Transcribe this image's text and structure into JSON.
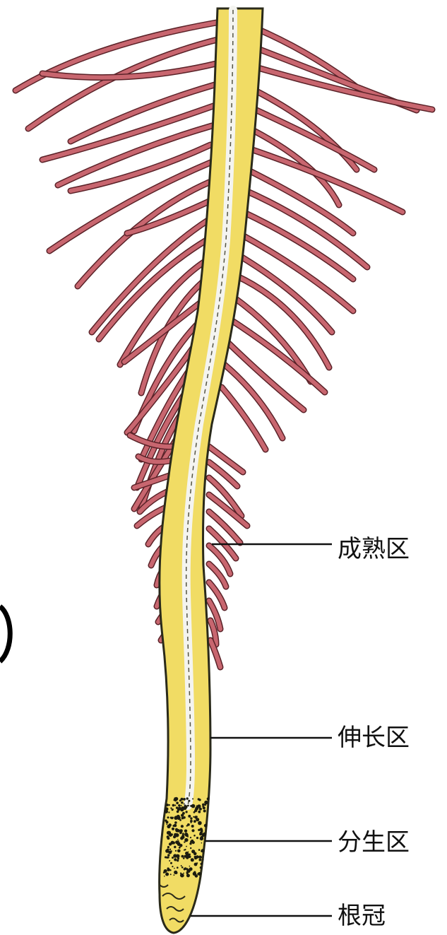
{
  "diagram": {
    "labels": [
      {
        "id": "mature",
        "text": "成熟区"
      },
      {
        "id": "elongation",
        "text": "伸长区"
      },
      {
        "id": "meristematic",
        "text": "分生区"
      },
      {
        "id": "root_cap",
        "text": "根冠"
      }
    ],
    "colors": {
      "root_body": "#f1dc64",
      "root_outline": "#2a2a1a",
      "root_hair": "#c8666f",
      "root_hair_outline": "#5a2228",
      "vascular": "#f4f4f0",
      "meristem_dots": "#1c1c10",
      "leader_line": "#111111"
    }
  }
}
